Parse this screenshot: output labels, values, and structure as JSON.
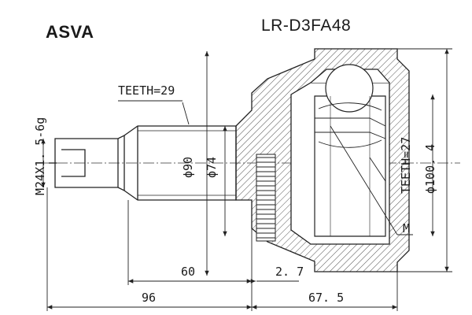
{
  "header": {
    "brand": "ASVA",
    "part_number": "LR-D3FA48"
  },
  "annotations": {
    "teeth_outer": "TEETH=29",
    "teeth_inner": "TEETH=27",
    "thread": "M24X1. 5-6g",
    "dia_90": "ϕ90",
    "dia_74": "ϕ74",
    "dia_100_4": "ϕ100. 4",
    "len_60": "60",
    "len_2_7": "2. 7",
    "len_96": "96",
    "len_67_5": "67. 5",
    "marker_m": "M"
  },
  "colors": {
    "line": "#222222",
    "hatch": "#444444",
    "background": "#ffffff"
  }
}
